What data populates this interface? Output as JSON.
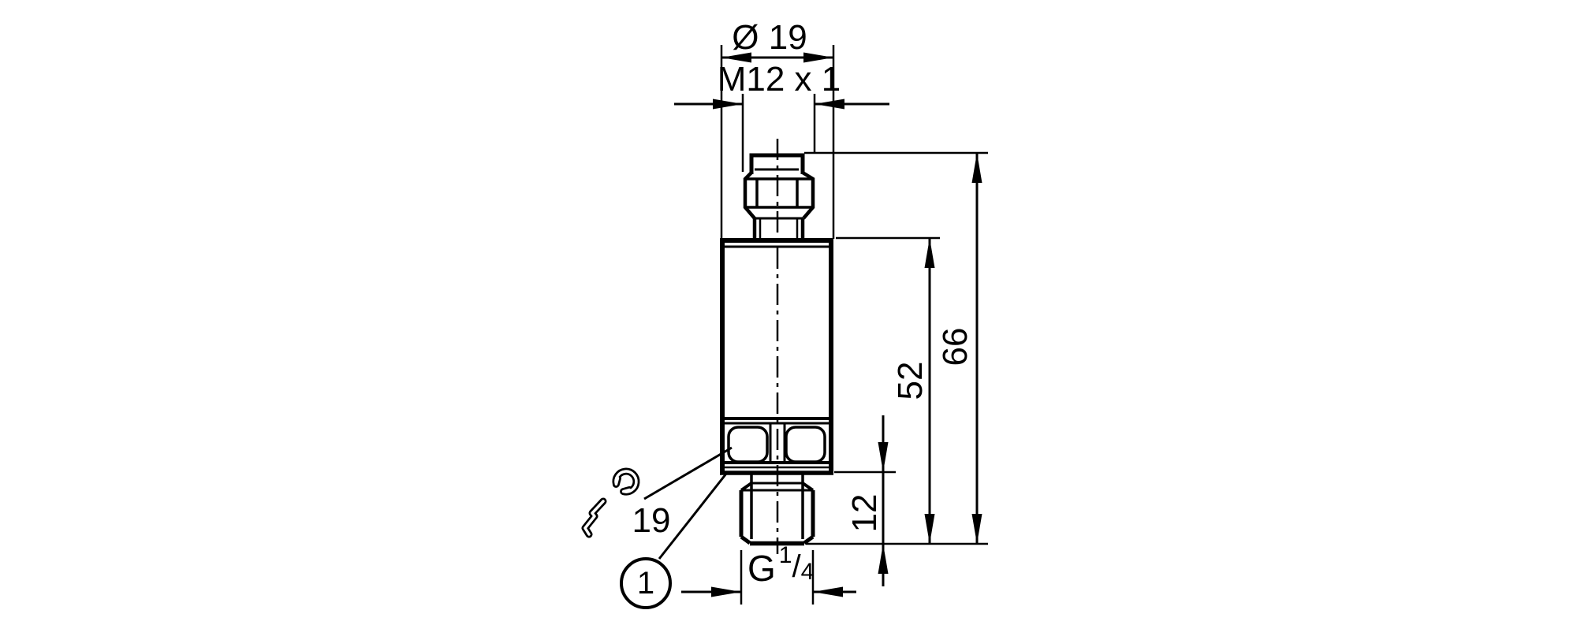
{
  "page": {
    "background_color": "#ffffff",
    "line_color": "#000000"
  },
  "drawing": {
    "labels": {
      "head_diameter": "Ø 19",
      "connector_thread": "M12 x 1",
      "overall_length": "66",
      "housing_length": "52",
      "process_thread_length": "12",
      "wrench_size": "19",
      "callout_marker": "1",
      "process_thread": {
        "prefix": "G",
        "numerator": "1",
        "slash": "/",
        "denominator": "4"
      }
    }
  }
}
